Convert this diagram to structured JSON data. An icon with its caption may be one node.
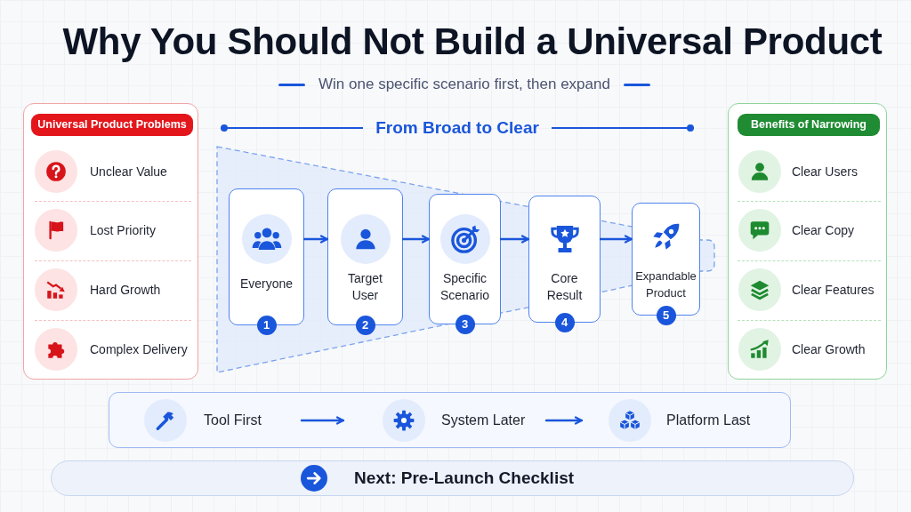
{
  "diagram": {
    "title": "Why You Should Not Build a Universal Product",
    "nodes": [
      {
        "text": [
          "Universal Product Problems"
        ]
      },
      {
        "text": [
          "Unclear Value"
        ],
        "in": 0
      },
      {
        "text": [
          "Lost Priority"
        ],
        "in": 0
      },
      {
        "text": [
          "Hard Growth"
        ],
        "in": 0
      },
      {
        "text": [
          "Complex Delivery"
        ],
        "in": 0
      },
      {
        "text": [
          "From Broad to Clear"
        ]
      },
      {
        "text": [
          "Everyone",
          "1"
        ],
        "in": 5
      },
      {
        "text": [
          "Target User",
          "2"
        ],
        "in": 5
      },
      {
        "text": [
          "Specific Scenario",
          "3"
        ],
        "in": 5
      },
      {
        "text": [
          "Core Result",
          "4"
        ],
        "in": 5
      },
      {
        "text": [
          "Expandable Product",
          "5"
        ],
        "in": 5
      },
      {
        "text": [
          "Benefits of Narrowing"
        ]
      },
      {
        "text": [
          "Clear Users"
        ],
        "in": 11
      },
      {
        "text": [
          "Clear Copy"
        ],
        "in": 11
      },
      {
        "text": [
          "Clear Features"
        ],
        "in": 11
      },
      {
        "text": [
          "Clear Growth"
        ],
        "in": 11
      },
      {
        "text": [],
        "shape": "box"
      },
      {
        "text": [
          "Tool First"
        ],
        "in": 16
      },
      {
        "text": [
          "System Later"
        ],
        "in": 16
      },
      {
        "text": [
          "Platform Last"
        ],
        "in": 16
      },
      {
        "text": [
          "Next: Pre-Launch Checklist"
        ]
      }
    ],
    "edges": [
      {
        "from": 6,
        "to": 7,
        "arrow": "to"
      },
      {
        "from": 7,
        "to": 8,
        "arrow": "to"
      },
      {
        "from": 8,
        "to": 9,
        "arrow": "to"
      },
      {
        "from": 9,
        "to": 10,
        "arrow": "to"
      },
      {
        "from": 17,
        "to": 18,
        "arrow": "to"
      },
      {
        "from": 18,
        "to": 19,
        "arrow": "to"
      }
    ],
    "labels": [
      "Win one specific scenario first, then expand"
    ]
  }
}
